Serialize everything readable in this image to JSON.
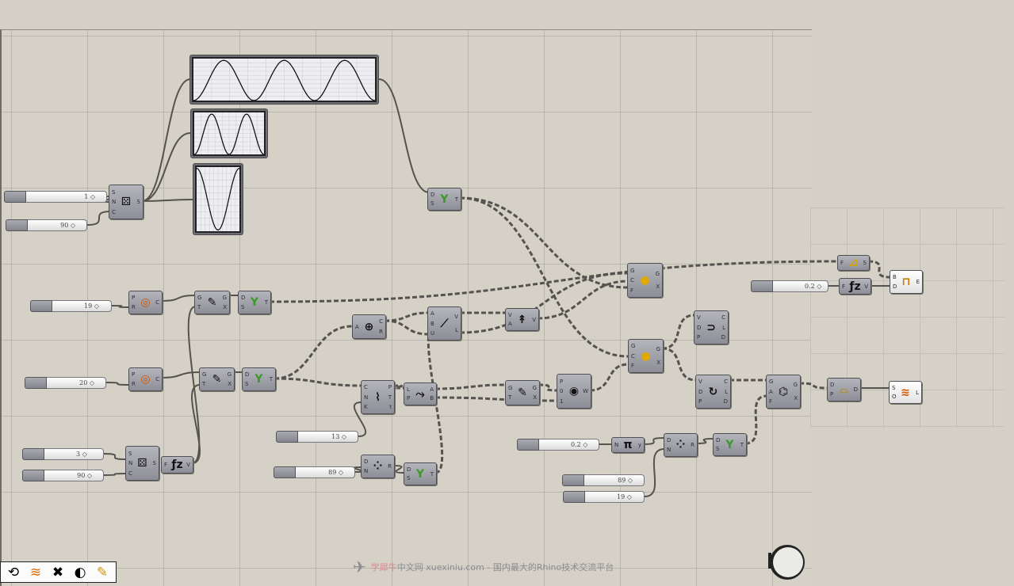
{
  "canvas": {
    "background": "#d5d1c7",
    "grid": "#b9b6ad"
  },
  "sliders": [
    {
      "id": "s1",
      "value": "1"
    },
    {
      "id": "s2",
      "value": "90"
    },
    {
      "id": "s3",
      "value": "19"
    },
    {
      "id": "s4",
      "value": "20"
    },
    {
      "id": "s5",
      "value": "3"
    },
    {
      "id": "s6",
      "value": "90"
    },
    {
      "id": "s7",
      "value": "13"
    },
    {
      "id": "s8",
      "value": "89"
    },
    {
      "id": "s9",
      "value": "0.2"
    },
    {
      "id": "s10",
      "value": "0.2"
    },
    {
      "id": "s11",
      "value": "89"
    },
    {
      "id": "s12",
      "value": "19"
    }
  ],
  "components": [
    {
      "id": "c1",
      "name": "series",
      "inputs": [
        "S",
        "N",
        "C"
      ],
      "outputs": [
        "S"
      ],
      "icon": "dice-icon"
    },
    {
      "id": "c2",
      "name": "graft-tree",
      "inputs": [
        "D",
        "S"
      ],
      "outputs": [
        "T"
      ],
      "icon": "sprout-icon"
    },
    {
      "id": "c3",
      "name": "circle",
      "inputs": [
        "P",
        "R"
      ],
      "outputs": [
        "C"
      ],
      "icon": "circle-icon"
    },
    {
      "id": "c4",
      "name": "evaluate-curve",
      "inputs": [
        "G",
        "T"
      ],
      "outputs": [
        "G",
        "X"
      ],
      "icon": "pen-icon"
    },
    {
      "id": "c5",
      "name": "graft-tree",
      "inputs": [
        "D",
        "S"
      ],
      "outputs": [
        "T"
      ],
      "icon": "sprout-icon"
    },
    {
      "id": "c6",
      "name": "circle",
      "inputs": [
        "P",
        "R"
      ],
      "outputs": [
        "C"
      ],
      "icon": "circle-icon"
    },
    {
      "id": "c7",
      "name": "evaluate-curve",
      "inputs": [
        "G",
        "T"
      ],
      "outputs": [
        "G",
        "X"
      ],
      "icon": "pen-icon"
    },
    {
      "id": "c8",
      "name": "graft-tree",
      "inputs": [
        "D",
        "S"
      ],
      "outputs": [
        "T"
      ],
      "icon": "sprout-icon"
    },
    {
      "id": "c9",
      "name": "series",
      "inputs": [
        "S",
        "N",
        "C"
      ],
      "outputs": [
        "S"
      ],
      "icon": "dice-icon"
    },
    {
      "id": "c10",
      "name": "graph-function",
      "inputs": [
        "F"
      ],
      "outputs": [
        "V"
      ],
      "icon": "function-icon"
    },
    {
      "id": "c11",
      "name": "center-point",
      "inputs": [
        "A"
      ],
      "outputs": [
        "C",
        "R"
      ],
      "icon": "target-icon"
    },
    {
      "id": "c12",
      "name": "line",
      "inputs": [
        "A",
        "B",
        "U"
      ],
      "outputs": [
        "V",
        "L"
      ],
      "icon": "line-icon"
    },
    {
      "id": "c13",
      "name": "vector-amplitude",
      "inputs": [
        "V",
        "A"
      ],
      "outputs": [
        "V"
      ],
      "icon": "vector-icon"
    },
    {
      "id": "c14",
      "name": "divide-curve",
      "inputs": [
        "C",
        "N",
        "K"
      ],
      "outputs": [
        "P",
        "T",
        "t"
      ],
      "icon": "divide-icon"
    },
    {
      "id": "c15",
      "name": "shift-list",
      "inputs": [
        "L",
        "P"
      ],
      "outputs": [
        "A",
        "B"
      ],
      "icon": "shift-icon"
    },
    {
      "id": "c16",
      "name": "evaluate-curve",
      "inputs": [
        "G",
        "T"
      ],
      "outputs": [
        "G",
        "X"
      ],
      "icon": "pen-icon"
    },
    {
      "id": "c17",
      "name": "weave",
      "inputs": [
        "P",
        "0",
        "1"
      ],
      "outputs": [
        "W"
      ],
      "icon": "weave-icon"
    },
    {
      "id": "c18",
      "name": "range",
      "inputs": [
        "D",
        "N"
      ],
      "outputs": [
        "R"
      ],
      "icon": "range-icon"
    },
    {
      "id": "c19",
      "name": "graft-tree",
      "inputs": [
        "D",
        "S"
      ],
      "outputs": [
        "T"
      ],
      "icon": "sprout-icon"
    },
    {
      "id": "c20",
      "name": "transform",
      "inputs": [
        "G",
        "C",
        "F"
      ],
      "outputs": [
        "G",
        "X"
      ],
      "icon": "move-icon"
    },
    {
      "id": "c21",
      "name": "transform",
      "inputs": [
        "G",
        "C",
        "F"
      ],
      "outputs": [
        "G",
        "X"
      ],
      "icon": "move-icon"
    },
    {
      "id": "c22",
      "name": "polyline",
      "inputs": [
        "V",
        "D",
        "P"
      ],
      "outputs": [
        "C",
        "L",
        "D"
      ],
      "icon": "polyline-icon"
    },
    {
      "id": "c23",
      "name": "interpolate",
      "inputs": [
        "V",
        "D",
        "P"
      ],
      "outputs": [
        "C",
        "L",
        "D"
      ],
      "icon": "interpolate-icon"
    },
    {
      "id": "c24",
      "name": "rotate",
      "inputs": [
        "G",
        "A",
        "F"
      ],
      "outputs": [
        "G",
        "X"
      ],
      "icon": "rotate-icon"
    },
    {
      "id": "c25",
      "name": "pipe",
      "inputs": [
        "D",
        "P"
      ],
      "outputs": [
        "D"
      ],
      "icon": "pipe-icon"
    },
    {
      "id": "c26",
      "name": "loft",
      "inputs": [
        "S",
        "O"
      ],
      "outputs": [
        "L"
      ],
      "icon": "loft-icon",
      "white": true
    },
    {
      "id": "c27",
      "name": "surface",
      "inputs": [
        "F"
      ],
      "outputs": [
        "S"
      ],
      "icon": "surface-icon"
    },
    {
      "id": "c28",
      "name": "extrude",
      "inputs": [
        "B",
        "D"
      ],
      "outputs": [
        "E"
      ],
      "icon": "extrude-icon",
      "white": true
    },
    {
      "id": "c29",
      "name": "graph-function",
      "inputs": [
        "F"
      ],
      "outputs": [
        "V"
      ],
      "icon": "function-icon"
    },
    {
      "id": "c30",
      "name": "pi",
      "inputs": [
        "N"
      ],
      "outputs": [
        "y"
      ],
      "icon": "pi-icon"
    },
    {
      "id": "c31",
      "name": "range",
      "inputs": [
        "D",
        "N"
      ],
      "outputs": [
        "R"
      ],
      "icon": "range-icon"
    },
    {
      "id": "c32",
      "name": "graft-tree",
      "inputs": [
        "D",
        "S"
      ],
      "outputs": [
        "T"
      ],
      "icon": "sprout-icon"
    }
  ],
  "icons": {
    "dice-icon": "⚄",
    "sprout-icon": "Y",
    "circle-icon": "◎",
    "pen-icon": "✎",
    "function-icon": "ƒz",
    "target-icon": "⊕",
    "line-icon": "⟋",
    "vector-icon": "↟",
    "divide-icon": "⌇",
    "shift-icon": "⤳",
    "weave-icon": "◉",
    "range-icon": "⁘",
    "move-icon": "●",
    "polyline-icon": "⊃",
    "interpolate-icon": "↻",
    "rotate-icon": "⌬",
    "pipe-icon": "⌓",
    "loft-icon": "≋",
    "surface-icon": "⊿",
    "extrude-icon": "⊓",
    "pi-icon": "π"
  },
  "graph_mappers": [
    {
      "id": "g1",
      "type": "sine"
    },
    {
      "id": "g2",
      "type": "sine"
    },
    {
      "id": "g3",
      "type": "sine"
    }
  ],
  "toolbar": [
    {
      "name": "rotate-view-icon",
      "glyph": "⟲"
    },
    {
      "name": "stripes-icon",
      "glyph": "≋"
    },
    {
      "name": "close-hex-icon",
      "glyph": "✖"
    },
    {
      "name": "swirl-icon",
      "glyph": "◐"
    },
    {
      "name": "pen-tool-icon",
      "glyph": "✎"
    }
  ],
  "watermark": {
    "part1": "学犀牛",
    "part2": "中文网 xuexiniu.com - 国内最大的Rhino技术交流平台"
  }
}
